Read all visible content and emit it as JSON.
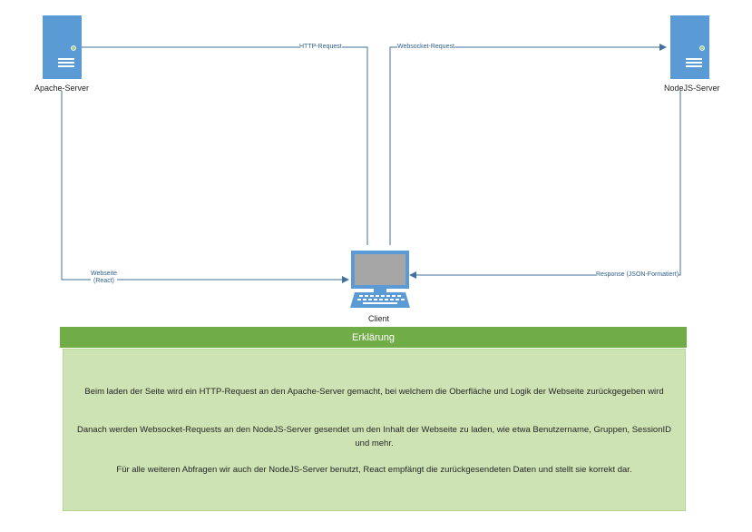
{
  "nodes": {
    "apache": {
      "label": "Apache-Server"
    },
    "node": {
      "label": "NodeJS-Server"
    },
    "client": {
      "label": "Client"
    }
  },
  "connections": {
    "http_request": "HTTP-Request",
    "websocket_request": "Websocket-Request",
    "webseite": [
      "Webseite",
      "(React)"
    ],
    "response": "Response (JSON-Formatiert)"
  },
  "explanation": {
    "title": "Erklärung",
    "paragraphs": [
      "Beim laden der Seite wird ein HTTP-Request an den Apache-Server gemacht, bei welchem die Oberfläche und Logik der Webseite zurückgegeben wird",
      "Danach werden Websocket-Requests an den NodeJS-Server gesendet um den Inhalt der Webseite zu laden, wie etwa Benutzername, Gruppen, SessionID und mehr.",
      "Für alle weiteren Abfragen wir auch der NodeJS-Server benutzt, React empfängt die zurückgesendeten Daten und stellt sie korrekt dar."
    ]
  },
  "colors": {
    "server_blue": "#5b9bd5",
    "line_blue": "#41719c",
    "header_green": "#70ad47",
    "body_green": "#cde3b4"
  },
  "icons": {
    "apache": "server-icon",
    "node": "server-icon",
    "client": "computer-icon"
  }
}
